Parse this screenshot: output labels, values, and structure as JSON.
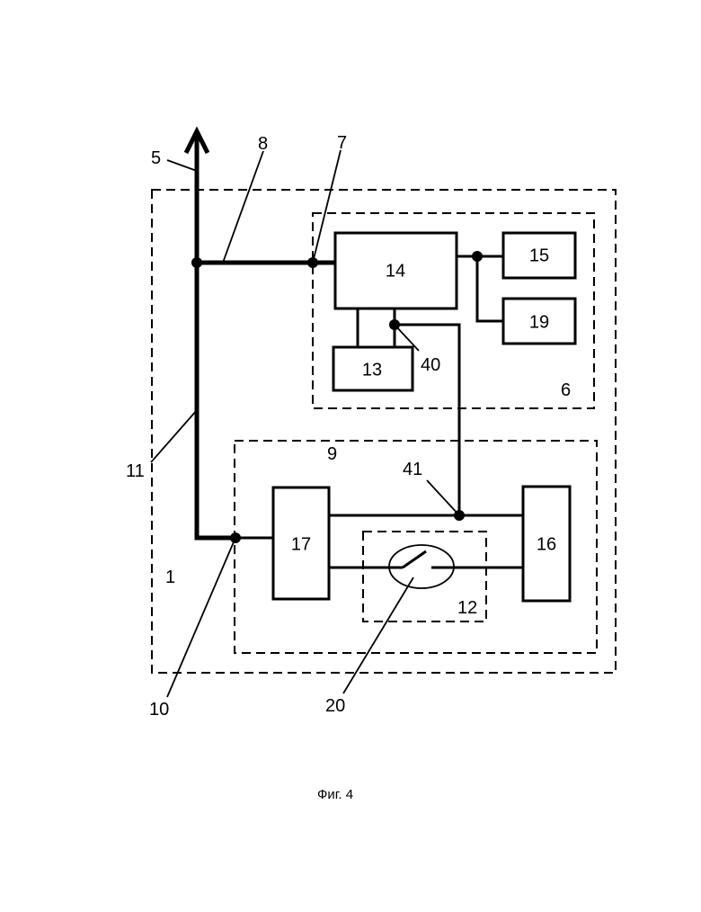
{
  "caption": "Фиг. 4",
  "blocks": {
    "b14": "14",
    "b15": "15",
    "b19": "19",
    "b13": "13",
    "b17": "17",
    "b16": "16"
  },
  "labels": {
    "l1": "1",
    "l5": "5",
    "l6": "6",
    "l7": "7",
    "l8": "8",
    "l9": "9",
    "l10": "10",
    "l11": "11",
    "l12": "12",
    "l20": "20",
    "l40": "40",
    "l41": "41"
  }
}
